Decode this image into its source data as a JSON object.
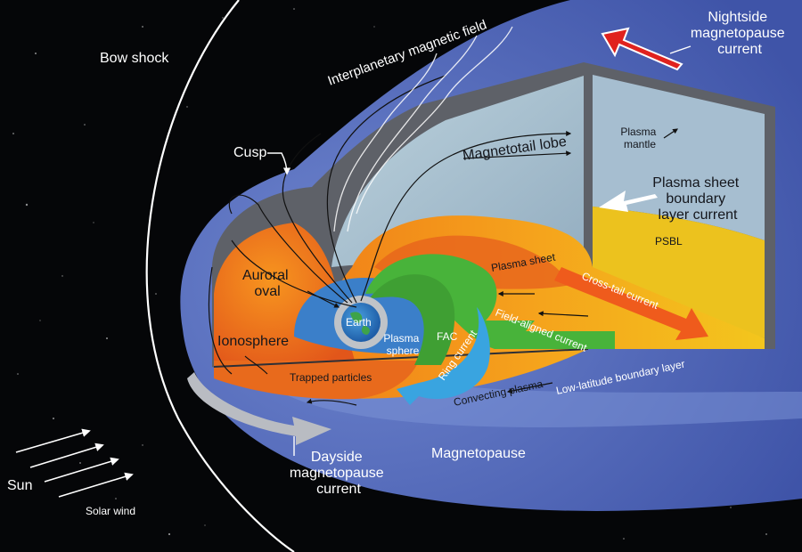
{
  "labels": {
    "bow_shock": "Bow shock",
    "interplanetary_field": "Interplanetary magnetic field",
    "nightside_current": [
      "Nightside",
      "magnetopause",
      "current"
    ],
    "cusp": "Cusp",
    "magnetotail_lobe": "Magnetotail lobe",
    "plasma_mantle": [
      "Plasma",
      "mantle"
    ],
    "psbl_current": [
      "Plasma sheet",
      "boundary",
      "layer current"
    ],
    "psbl": "PSBL",
    "plasma_sheet": "Plasma sheet",
    "cross_tail_current": "Cross-tail current",
    "auroral_oval": [
      "Auroral",
      "oval"
    ],
    "earth": "Earth",
    "plasma_sphere": [
      "Plasma",
      "sphere"
    ],
    "fac": "FAC",
    "field_aligned_current": "Field-aligned current",
    "ionosphere": "Ionosphere",
    "trapped_particles": "Trapped particles",
    "ring_current": "Ring current",
    "convecting_plasma": "Convecting plasma",
    "llbl": "Low-latitude boundary layer",
    "dayside_current": [
      "Dayside",
      "magnetopause",
      "current"
    ],
    "magnetopause": "Magnetopause",
    "sun": "Sun",
    "solar_wind": "Solar wind"
  },
  "colors": {
    "space": "#050608",
    "magnetosphere_outer": "#4c63b8",
    "magnetosphere_inner": "#6f86cf",
    "tail_wall": "#a9c1cf",
    "plasma_sheet_orange": "#f08a1e",
    "plasma_sheet_yellow": "#f2c21a",
    "ring_current": "#3aa6e0",
    "fac_green": "#4cb93a",
    "nightside_arrow": "#e0221e",
    "dayside_arrow": "#b9bcc2"
  }
}
